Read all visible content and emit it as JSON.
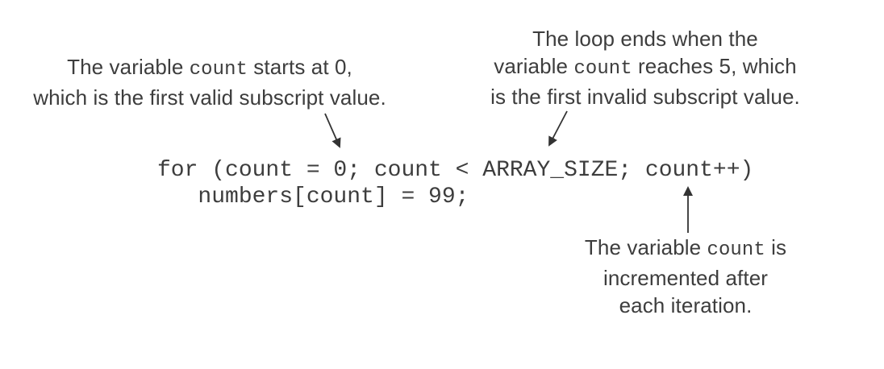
{
  "colors": {
    "background": "#ffffff",
    "text": "#3d3d3d",
    "arrow": "#333333"
  },
  "annotations": {
    "initialization": {
      "line1_pre": "The variable ",
      "line1_code": "count",
      "line1_post": " starts at 0,",
      "line2": "which is the first valid subscript value."
    },
    "condition": {
      "line1": "The loop ends when the",
      "line2_pre": "variable ",
      "line2_code": "count",
      "line2_post": " reaches 5, which",
      "line3": "is the first invalid subscript value."
    },
    "increment": {
      "line1_pre": "The variable ",
      "line1_code": "count",
      "line1_post": " is",
      "line2": "incremented after",
      "line3": "each iteration."
    }
  },
  "code": {
    "line1": "for (count = 0; count < ARRAY_SIZE; count++)",
    "line2": "   numbers[count] = 99;"
  }
}
